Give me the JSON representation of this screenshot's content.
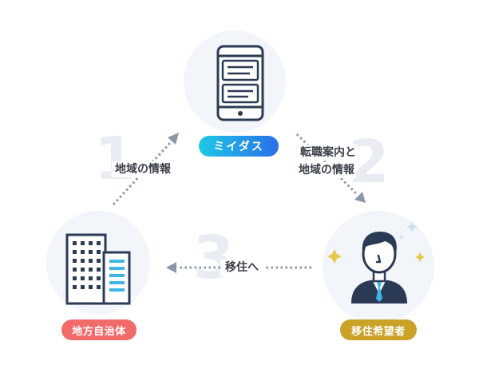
{
  "nodes": {
    "service": {
      "logo_text": "ミイダス"
    },
    "municipality": {
      "label": "地方自治体"
    },
    "applicant": {
      "label": "移住希望者"
    }
  },
  "steps": [
    {
      "number": "1",
      "label": "地域の情報"
    },
    {
      "number": "2",
      "label_line1": "転職案内と",
      "label_line2": "地域の情報"
    },
    {
      "number": "3",
      "label": "移住へ"
    }
  ],
  "colors": {
    "circle": "#f2f5f9",
    "navy": "#2b3b55",
    "arrow": "#8a97a8",
    "service_pill": "#2196f3",
    "municipality_pill": "#f26b6b",
    "applicant_pill": "#c9a227",
    "building_accent": "#3fb6e6"
  }
}
